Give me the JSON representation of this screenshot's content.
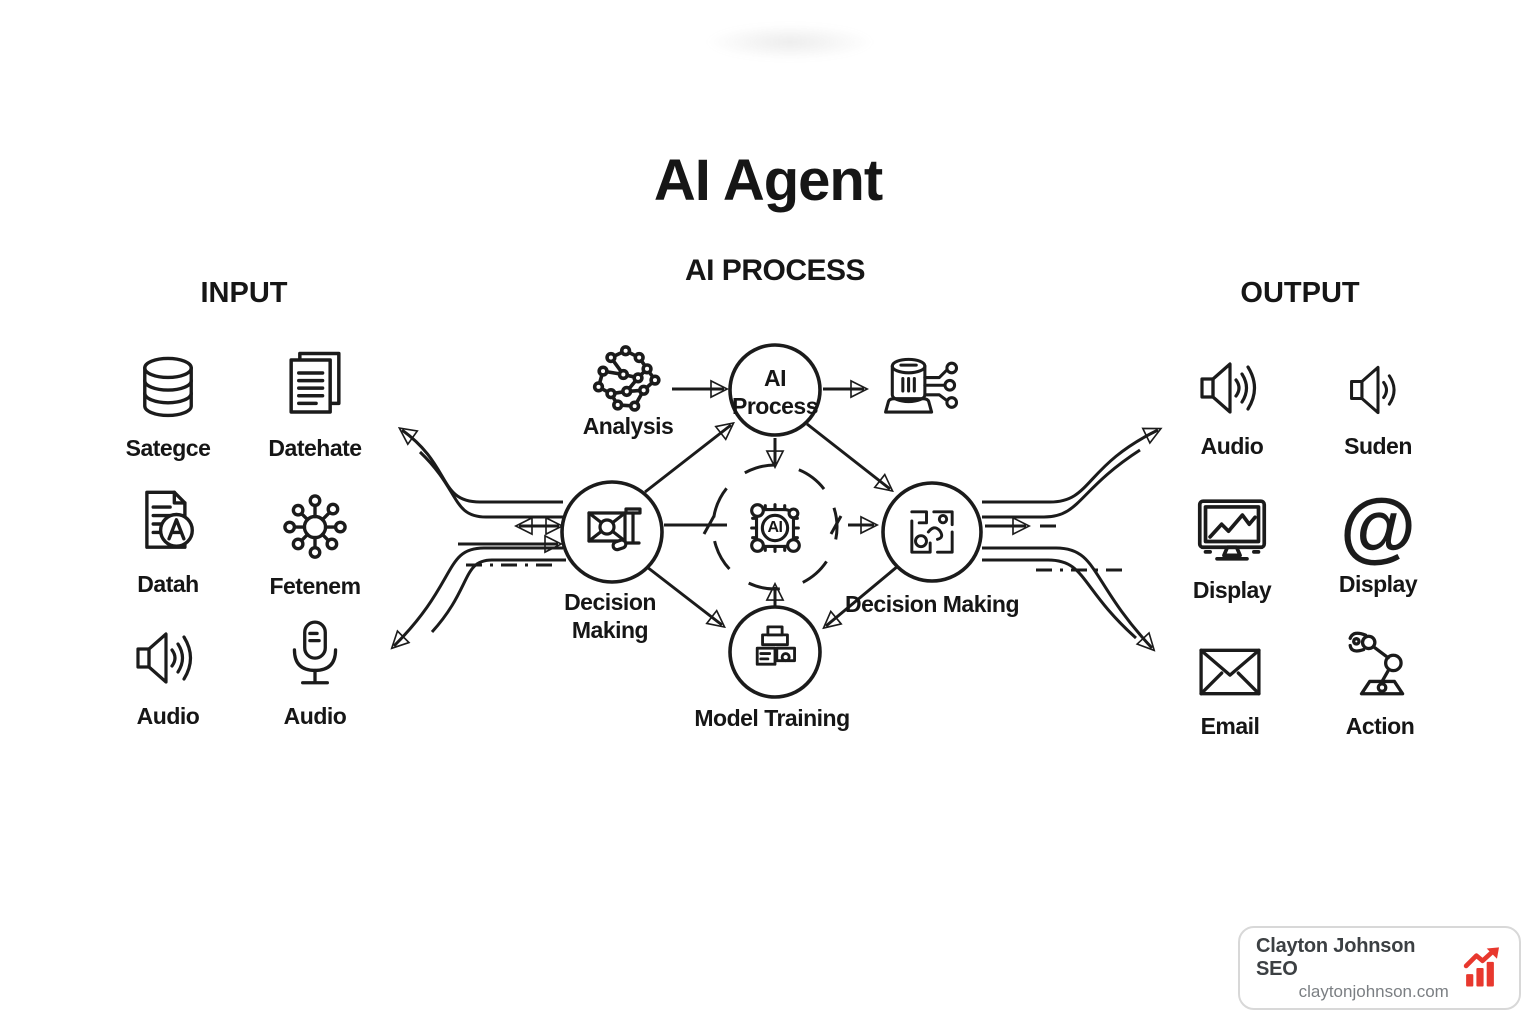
{
  "title": "AI Agent",
  "subtitle": "AI PROCESS",
  "input": {
    "header": "INPUT",
    "items": [
      {
        "icon": "database-icon",
        "label": "Sategce"
      },
      {
        "icon": "documents-icon",
        "label": "Datehate"
      },
      {
        "icon": "document-a-icon",
        "label": "Datah"
      },
      {
        "icon": "network-hub-icon",
        "label": "Fetenem"
      },
      {
        "icon": "speaker-icon",
        "label": "Audio"
      },
      {
        "icon": "microphone-icon",
        "label": "Audio"
      }
    ]
  },
  "output": {
    "header": "OUTPUT",
    "items": [
      {
        "icon": "speaker-icon",
        "label": "Audio"
      },
      {
        "icon": "speaker-small-icon",
        "label": "Suden"
      },
      {
        "icon": "monitor-chart-icon",
        "label": "Display"
      },
      {
        "icon": "at-sign-icon",
        "label": "Display"
      },
      {
        "icon": "envelope-icon",
        "label": "Email"
      },
      {
        "icon": "robot-arm-icon",
        "label": "Action"
      }
    ]
  },
  "process": {
    "analysis_label": "Analysis",
    "ai_process_label": "AI\nProcess",
    "ai_core_label": "AI",
    "decision_left_label": "Decision\nMaking",
    "decision_right_label": "Decision Making",
    "model_training_label": "Model Training"
  },
  "icons": {
    "at_glyph": "@"
  },
  "watermark": {
    "name": "Clayton Johnson SEO",
    "site": "claytonjohnson.com",
    "accent_color": "#e8382e"
  },
  "colors": {
    "ink": "#1b1b1b",
    "background": "#ffffff"
  }
}
